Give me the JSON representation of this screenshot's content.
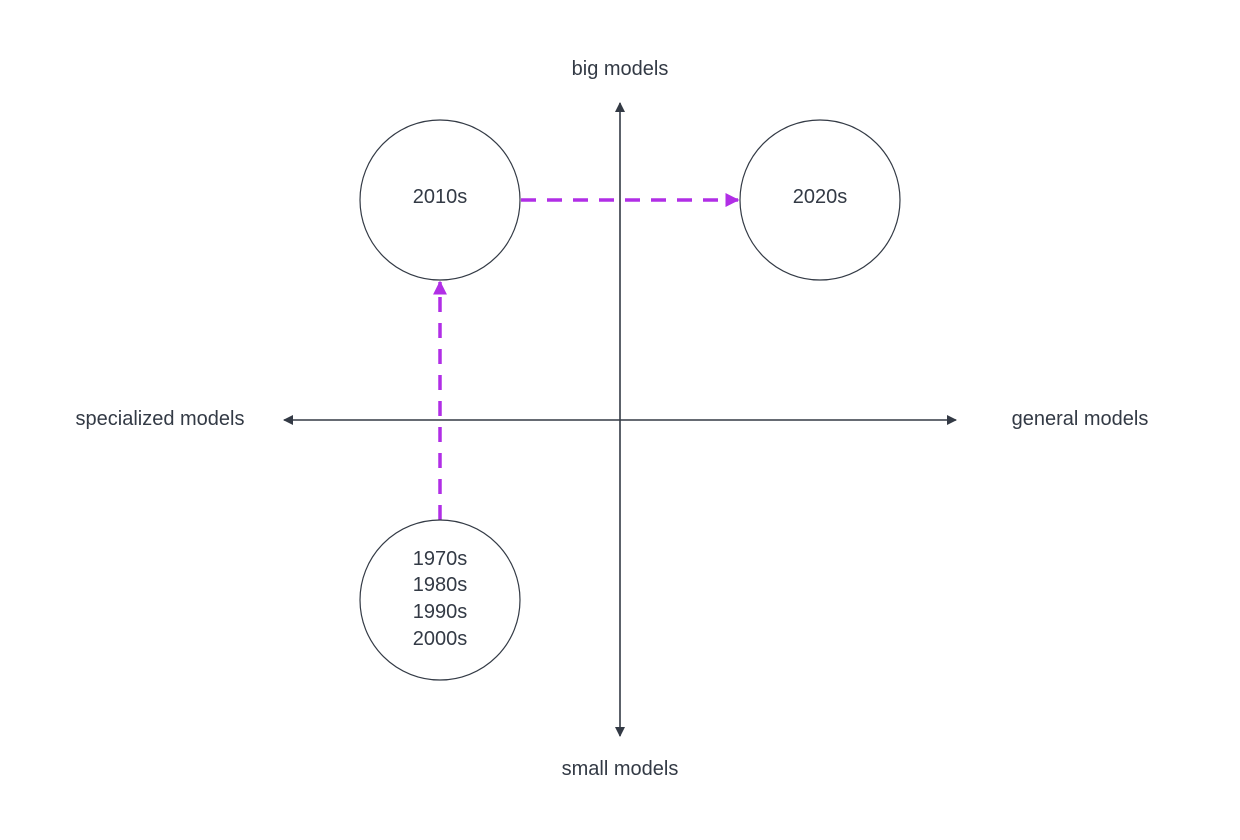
{
  "axes": {
    "top_label": "big models",
    "bottom_label": "small models",
    "left_label": "specialized models",
    "right_label": "general models"
  },
  "nodes": {
    "early": {
      "lines": [
        "1970s",
        "1980s",
        "1990s",
        "2000s"
      ]
    },
    "mid": {
      "label": "2010s"
    },
    "late": {
      "label": "2020s"
    }
  },
  "colors": {
    "axis": "#333a45",
    "circle_stroke": "#333a45",
    "flow_arrow": "#b12ee6",
    "background": "#ffffff"
  }
}
